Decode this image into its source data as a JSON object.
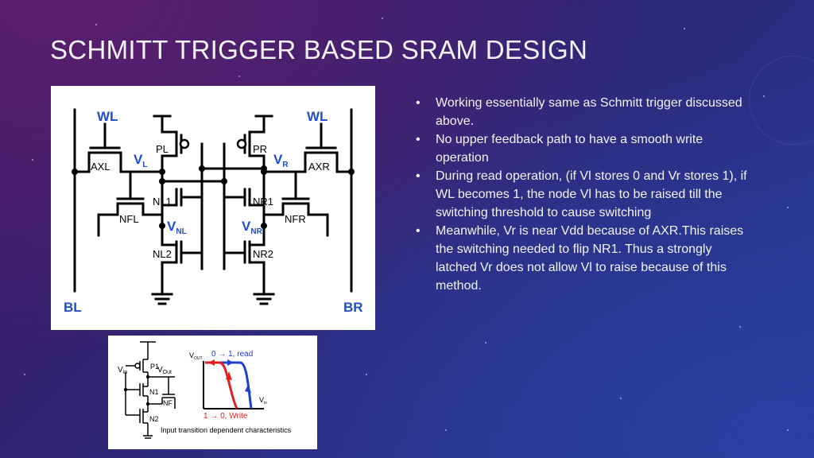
{
  "slide": {
    "title": "SCHMITT TRIGGER BASED SRAM DESIGN",
    "bullets": [
      " Working essentially same as Schmitt trigger discussed above.",
      "No upper feedback path to have a smooth write operation",
      "During read operation,  (if Vl stores 0 and Vr stores 1), if WL becomes 1, the node Vl has to be raised till the switching threshold to cause switching",
      "Meanwhile, Vr is near Vdd because of AXR.This raises the switching needed to flip NR1. Thus a strongly latched Vr does not allow Vl to raise because of this method."
    ]
  },
  "circuit_main": {
    "wl_left": "WL",
    "wl_right": "WL",
    "bl": "BL",
    "br": "BR",
    "axl": "AXL",
    "axr": "AXR",
    "pl": "PL",
    "pr": "PR",
    "nl1": "NL1",
    "nl2": "NL2",
    "nr1": "NR1",
    "nr2": "NR2",
    "nfl": "NFL",
    "nfr": "NFR",
    "vl_main": "V",
    "vl_sub": "L",
    "vr_main": "V",
    "vr_sub": "R",
    "vnl_main": "V",
    "vnl_sub": "NL",
    "vnr_main": "V",
    "vnr_sub": "NR",
    "label_color": "#1f4fc8"
  },
  "circuit_small": {
    "vin_main": "V",
    "vin_sub": "in",
    "vout_main": "V",
    "vout_sub": "Out",
    "p1": "P1",
    "n1": "N1",
    "n2": "N2",
    "nf": "NF",
    "caption": "Input transition dependent characteristics",
    "axis_y_main": "V",
    "axis_y_sub": "OUT",
    "axis_x_main": "V",
    "axis_x_sub": "in",
    "read_label": "0 → 1, read",
    "write_label": "1 → 0, Write",
    "read_color": "#1f3fd0",
    "write_color": "#e02020"
  }
}
